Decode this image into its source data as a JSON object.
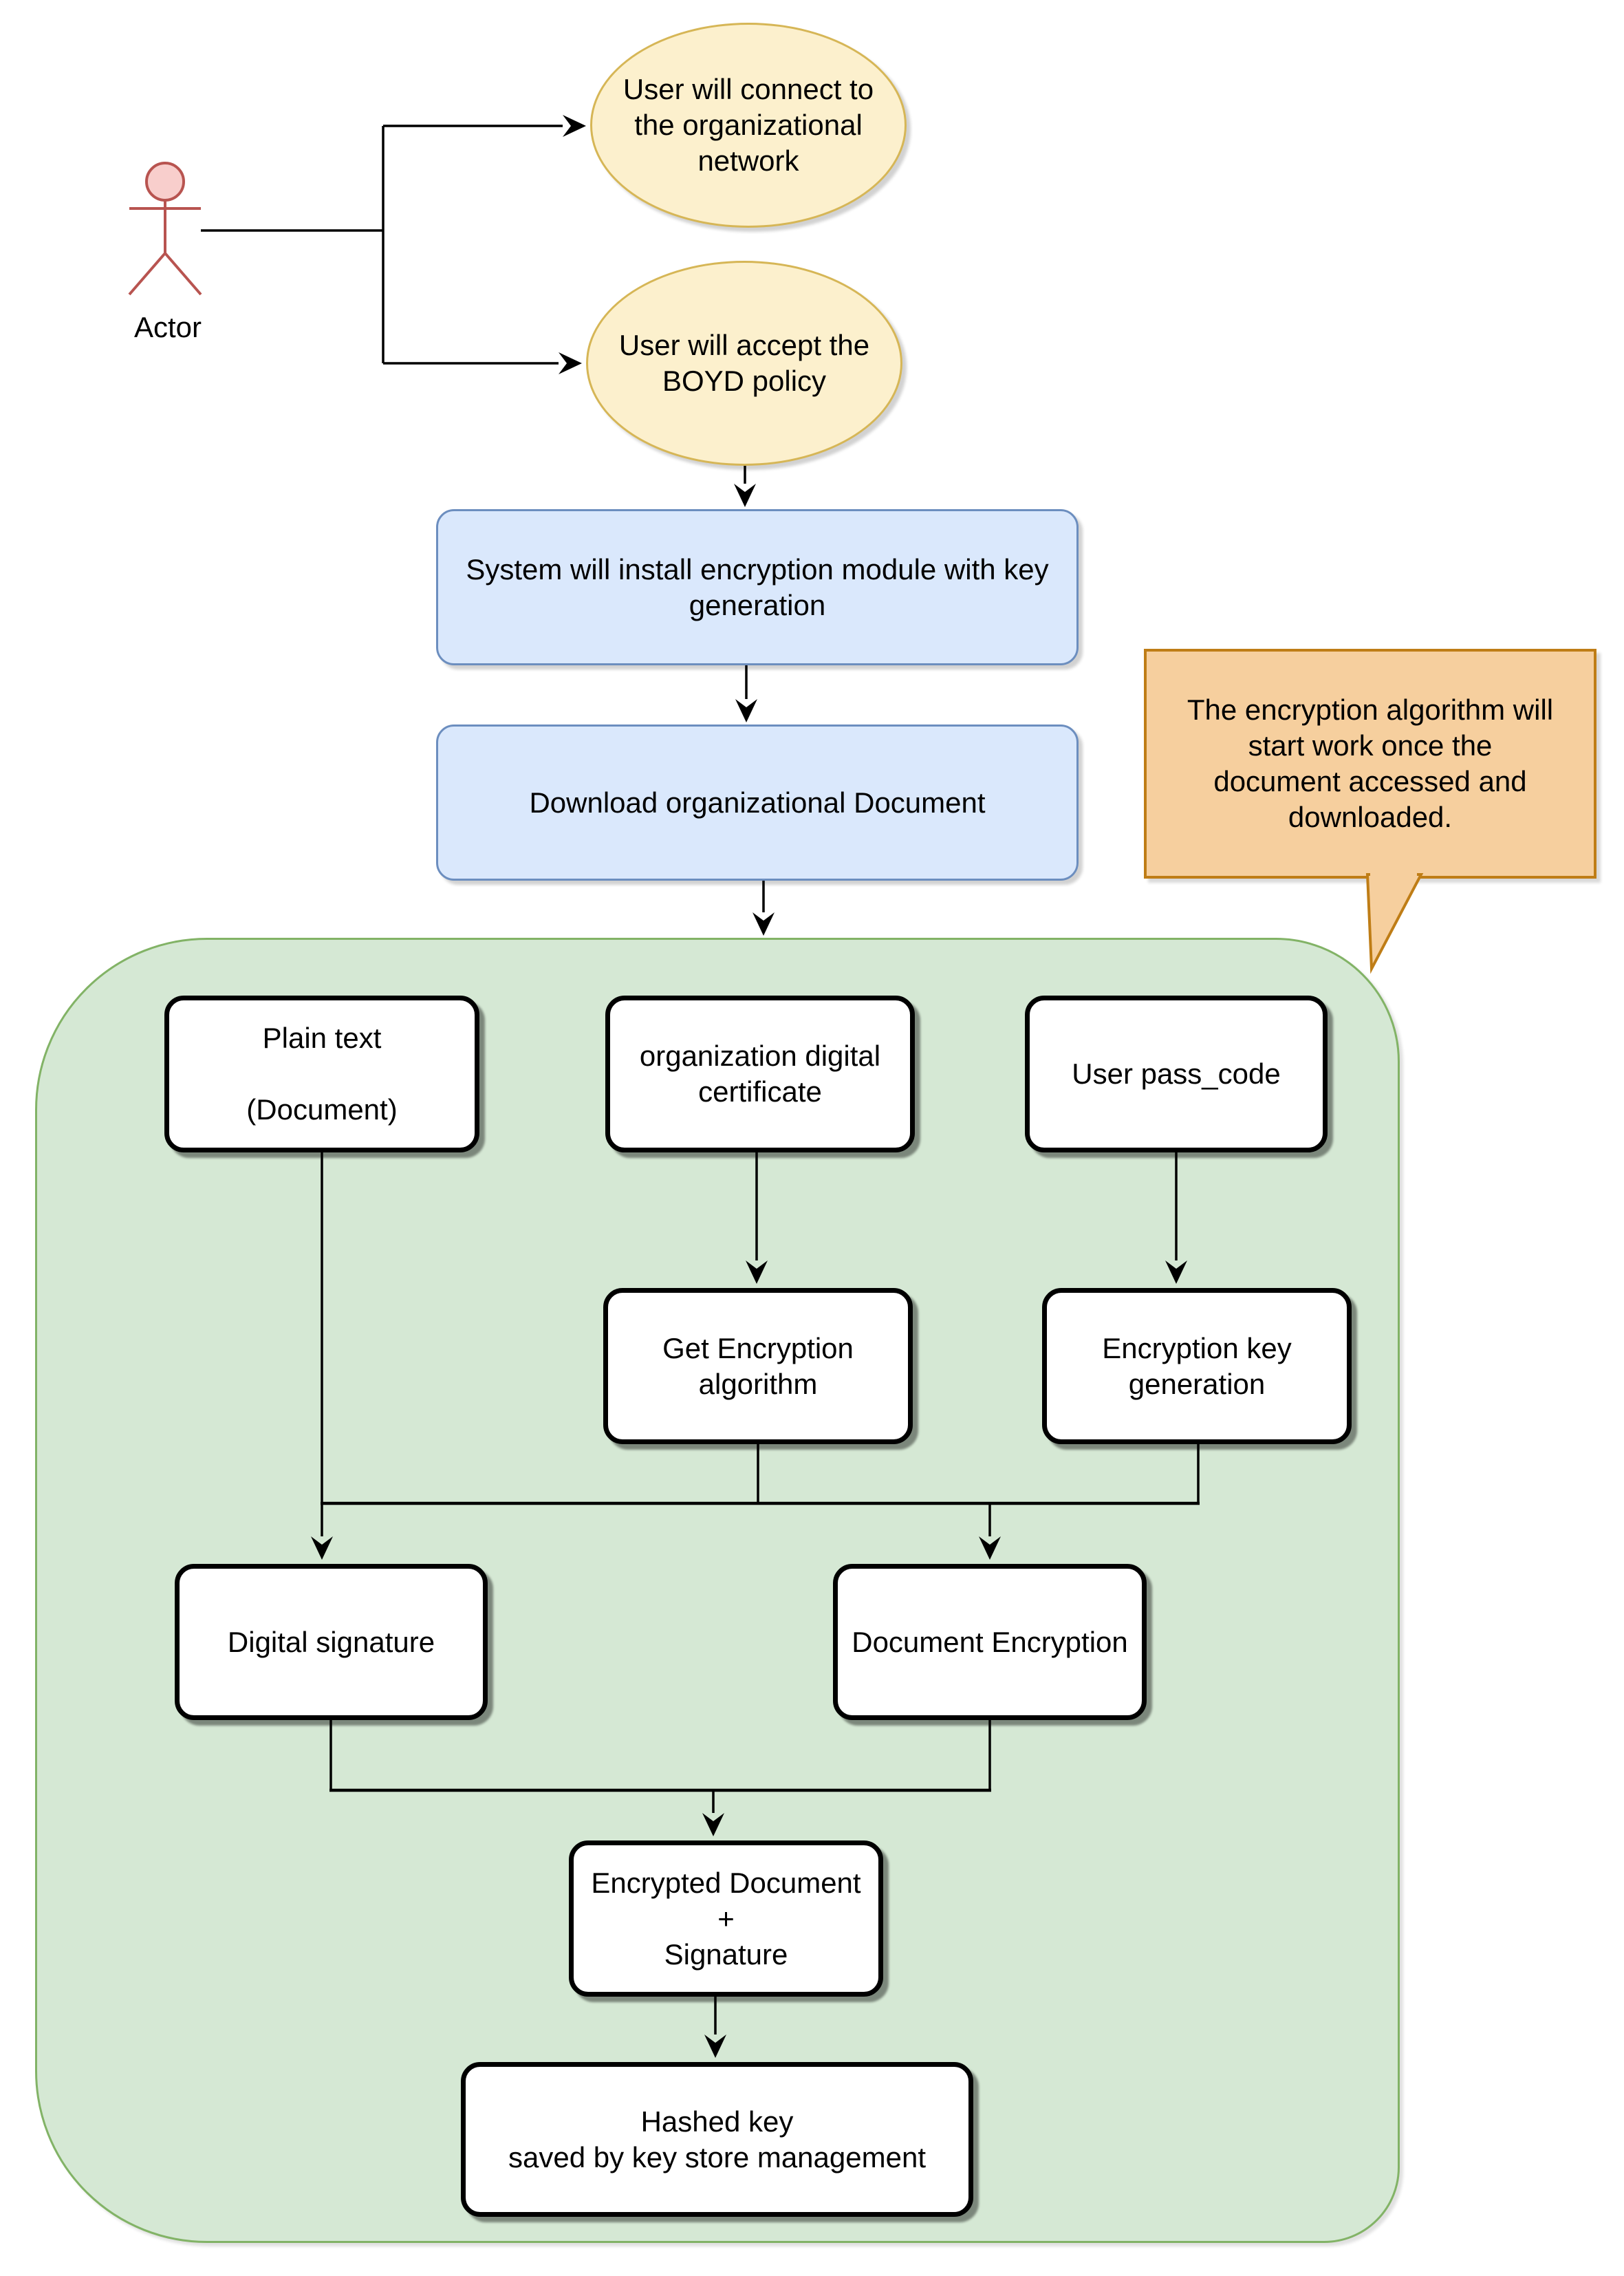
{
  "diagram": {
    "actor": {
      "label": "Actor"
    },
    "use_cases": [
      {
        "id": "connect",
        "label": "User will connect to\nthe organizational\nnetwork"
      },
      {
        "id": "boyd",
        "label": "User will accept the\nBOYD policy"
      }
    ],
    "process_steps": [
      {
        "id": "install",
        "label": "System will install encryption module with key\ngeneration"
      },
      {
        "id": "download",
        "label": "Download organizational Document"
      }
    ],
    "note": {
      "label": "The encryption algorithm will\nstart work once the\ndocument accessed and\ndownloaded."
    },
    "encryption_flow": {
      "nodes": [
        {
          "id": "plain_text",
          "label": "Plain text\n\n(Document)"
        },
        {
          "id": "certificate",
          "label": "organization digital\ncertificate"
        },
        {
          "id": "passcode",
          "label": "User pass_code"
        },
        {
          "id": "get_algorithm",
          "label": "Get Encryption\nalgorithm"
        },
        {
          "id": "key_generation",
          "label": "Encryption key\ngeneration"
        },
        {
          "id": "digital_signature",
          "label": "Digital signature"
        },
        {
          "id": "document_encryption",
          "label": "Document Encryption"
        },
        {
          "id": "encrypted_document",
          "label": "Encrypted Document\n+\nSignature"
        },
        {
          "id": "hashed_key",
          "label": "Hashed key\nsaved by key store management"
        }
      ]
    },
    "colors": {
      "usecase_fill": "#fcf0cd",
      "usecase_stroke": "#d6b656",
      "process_fill": "#dae8fc",
      "process_stroke": "#6c8ebf",
      "step_fill": "#ffffff",
      "step_stroke": "#000000",
      "note_fill": "#f6cf9e",
      "note_stroke": "#bf7d16",
      "group_fill": "#d5e8d4",
      "group_stroke": "#82b366",
      "actor_fill": "#f8cecc",
      "actor_stroke": "#b85450",
      "line_color": "#000000"
    }
  }
}
